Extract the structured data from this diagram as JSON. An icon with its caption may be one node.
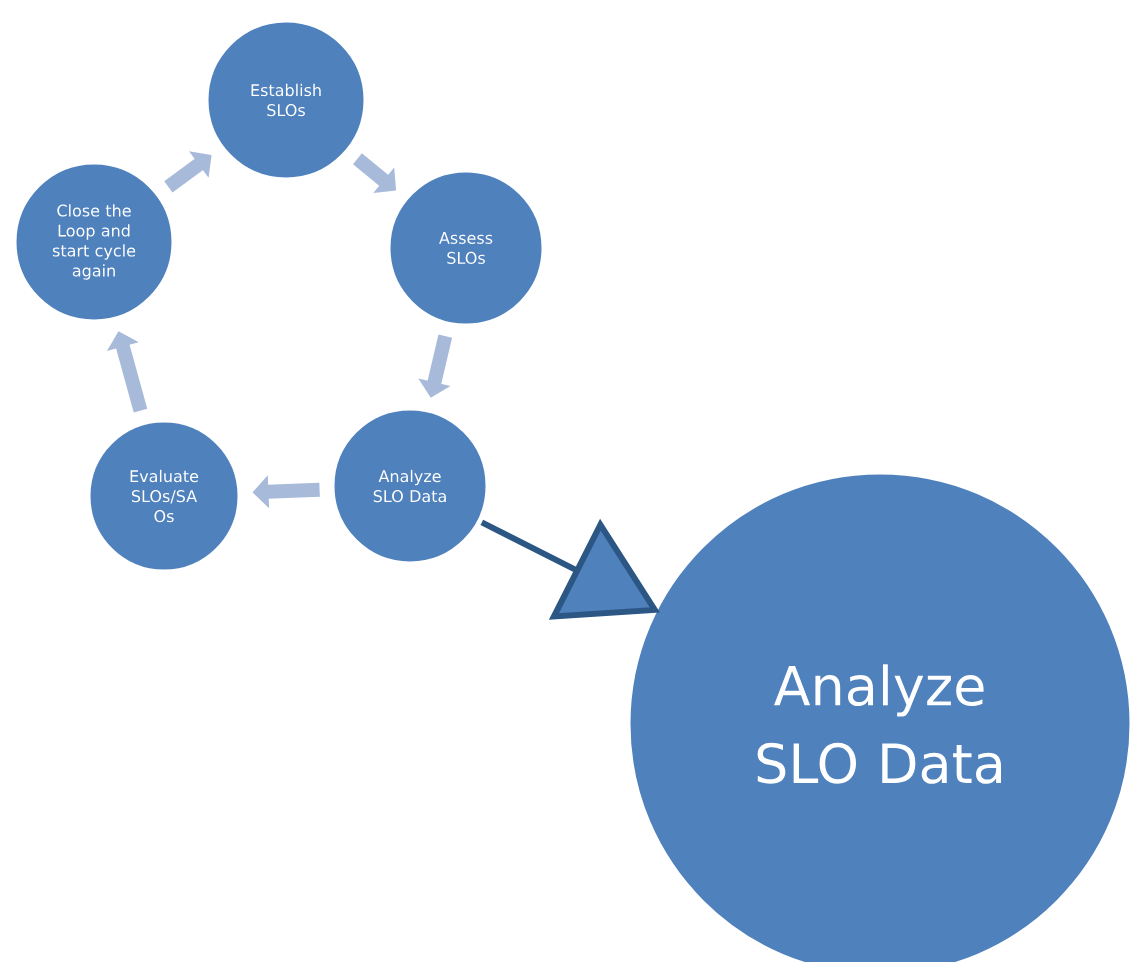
{
  "diagram": {
    "nodes": [
      {
        "text": [
          "Establish SLOs"
        ]
      },
      {
        "text": [
          "Assess SLOs"
        ]
      },
      {
        "text": [
          "Analyze SLO Data"
        ]
      },
      {
        "text": [
          "Evaluate SLOs/SA Os"
        ]
      },
      {
        "text": [
          "Close the Loop and start cycle again"
        ]
      },
      {
        "text": [
          "Analyze SLO Data"
        ]
      }
    ],
    "edges": [
      {
        "from": 0,
        "to": 1,
        "arrow": "to"
      },
      {
        "from": 1,
        "to": 2,
        "arrow": "to"
      },
      {
        "from": 2,
        "to": 3,
        "arrow": "to"
      },
      {
        "from": 3,
        "to": 4,
        "arrow": "to"
      },
      {
        "from": 4,
        "to": 0,
        "arrow": "to"
      },
      {
        "from": 2,
        "to": 5,
        "arrow": "to",
        "color": "#2c5784"
      }
    ]
  }
}
